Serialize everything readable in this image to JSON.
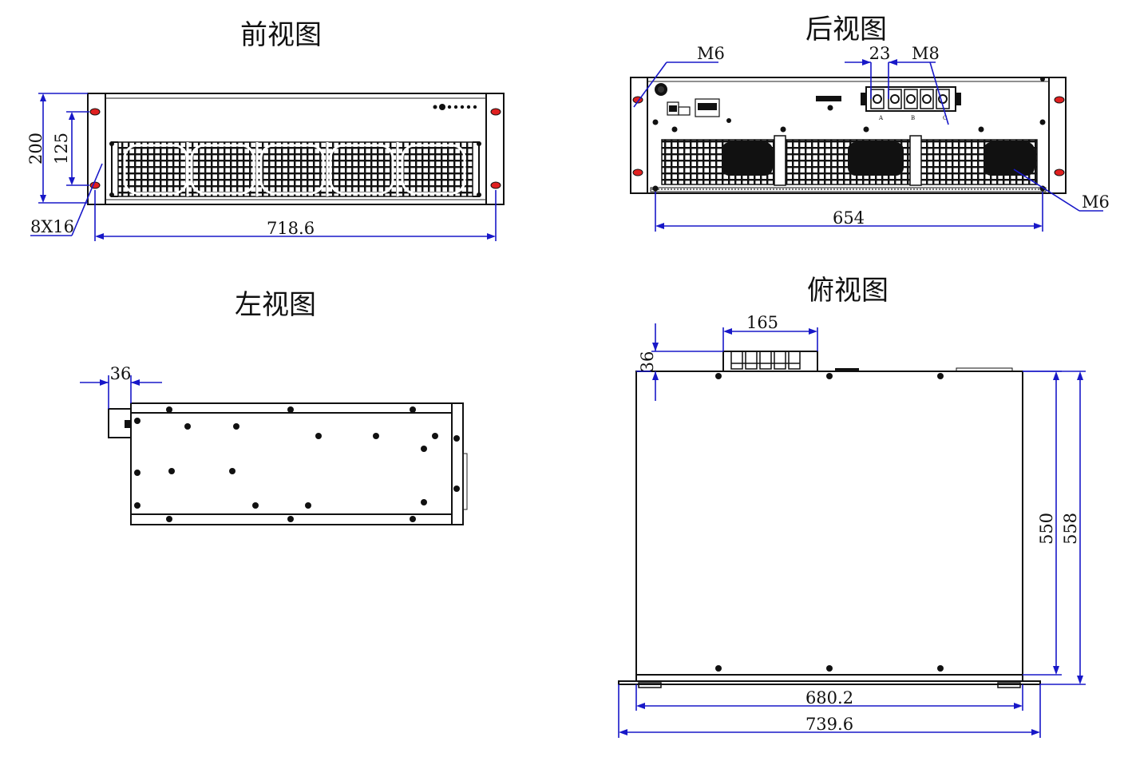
{
  "views": {
    "front": {
      "title": "前视图",
      "dims": {
        "width": "718.6",
        "height": "200",
        "hole_spacing": "125",
        "slot": "8X16"
      }
    },
    "rear": {
      "title": "后视图",
      "dims": {
        "width": "654",
        "terminal_pitch": "23",
        "terminal_thread": "M8",
        "screw_top": "M6",
        "screw_bottom": "M6"
      },
      "terminal_labels": [
        "A",
        "B",
        "C"
      ]
    },
    "left": {
      "title": "左视图",
      "dims": {
        "terminal_protrusion": "36"
      }
    },
    "top": {
      "title": "俯视图",
      "dims": {
        "terminal_width": "165",
        "terminal_height": "36",
        "depth_inner": "550",
        "depth_outer": "558",
        "body_width": "680.2",
        "overall_width": "739.6"
      }
    }
  }
}
